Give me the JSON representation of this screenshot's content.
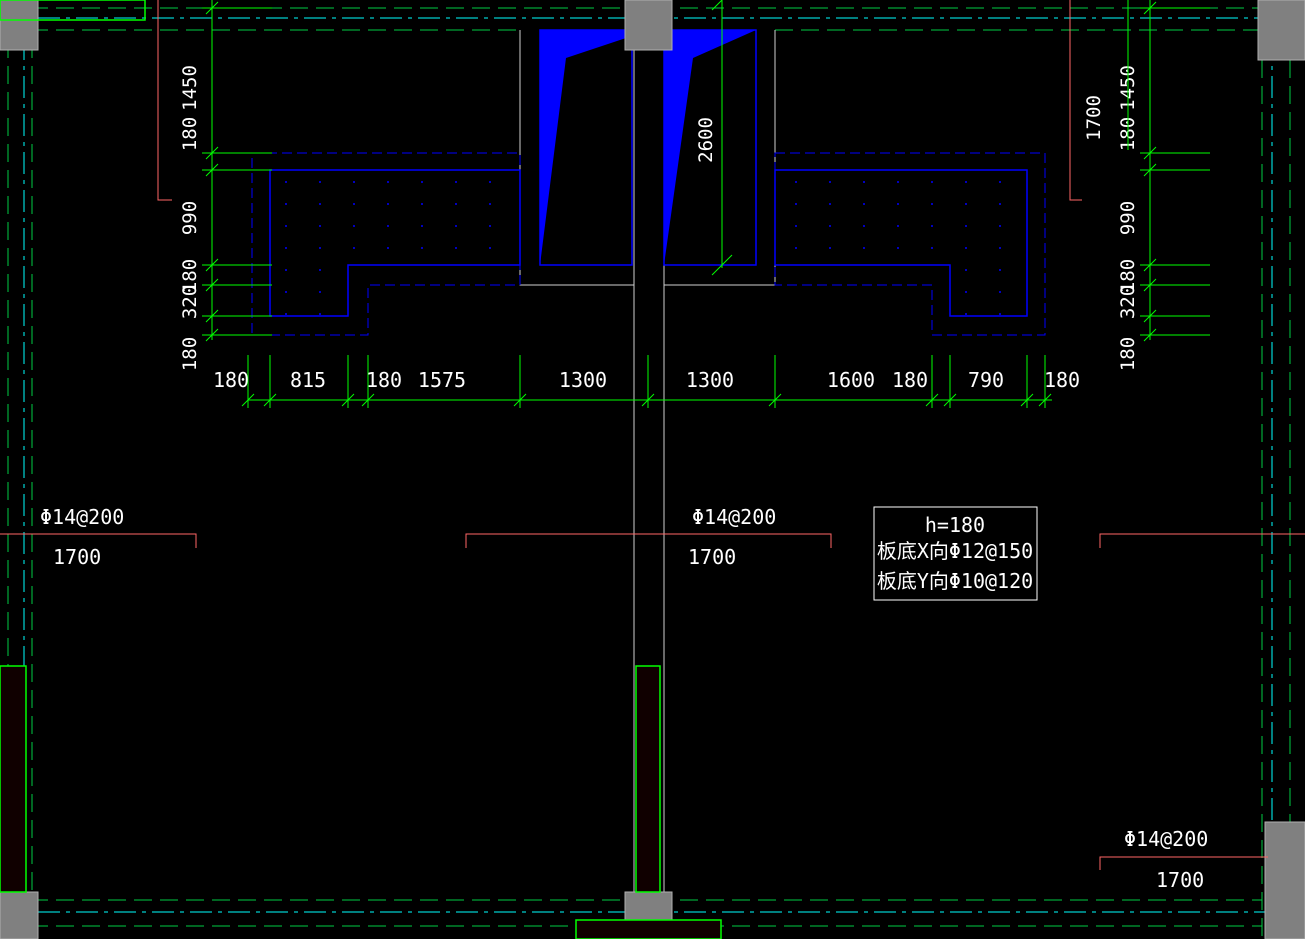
{
  "colors": {
    "background": "#000000",
    "dimension_line": "#00ff00",
    "wall_line": "#0000ff",
    "slab_fill": "#0000ff",
    "rebar_line": "#ff6666",
    "column": "#808080",
    "axis_line": "#00ffff",
    "text": "#ffffff"
  },
  "horizontal_dims": [
    "180",
    "815",
    "180",
    "1575",
    "1300",
    "1300",
    "1600",
    "180",
    "790",
    "180"
  ],
  "left_vertical_dims": [
    "1450",
    "180",
    "990",
    "180",
    "320",
    "180"
  ],
  "right_vertical_dims": [
    "1450",
    "180",
    "990",
    "180",
    "320",
    "180"
  ],
  "opening_dims": {
    "left_side": "1700",
    "center": "2600"
  },
  "rebar_labels": [
    {
      "spec": "Φ14@200",
      "length": "1700"
    },
    {
      "spec": "Φ14@200",
      "length": "1700"
    },
    {
      "spec": "Φ14@200",
      "length": "1700"
    }
  ],
  "slab_note": {
    "thickness": "h=180",
    "x_rebar": "板底X向Φ12@150",
    "y_rebar": "板底Y向Φ10@120"
  }
}
